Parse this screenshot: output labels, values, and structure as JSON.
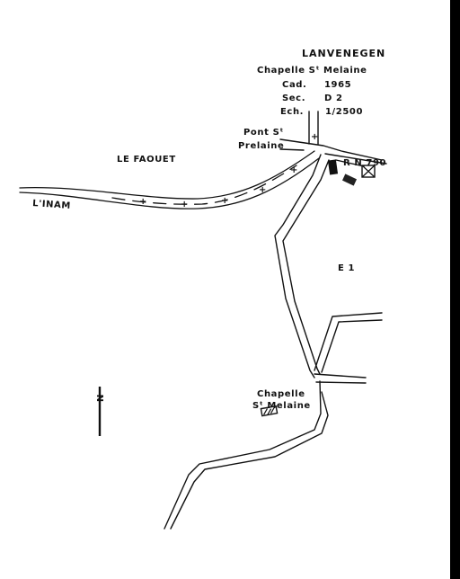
{
  "header": {
    "commune": "LANVENEGEN",
    "chapel": "Chapelle Sᵗ Melaine",
    "cad_label": "Cad.",
    "cad_value": "1965",
    "sec_label": "Sec.",
    "sec_value": "D 2",
    "ech_label": "Ech.",
    "ech_value": "1/2500"
  },
  "labels": {
    "bridge_line1": "Pont Sᵗ",
    "bridge_line2": "Prelaine",
    "town": "LE  FAOUET",
    "road": "R N 790",
    "river": "L'INAM",
    "section": "E 1",
    "chapel_line1": "Chapelle",
    "chapel_line2": "Sᵗ Melaine",
    "north": "N"
  },
  "river_cross_symbol": "+",
  "colors": {
    "paper": "#ffffff",
    "ink": "#111111",
    "border": "#000000"
  }
}
